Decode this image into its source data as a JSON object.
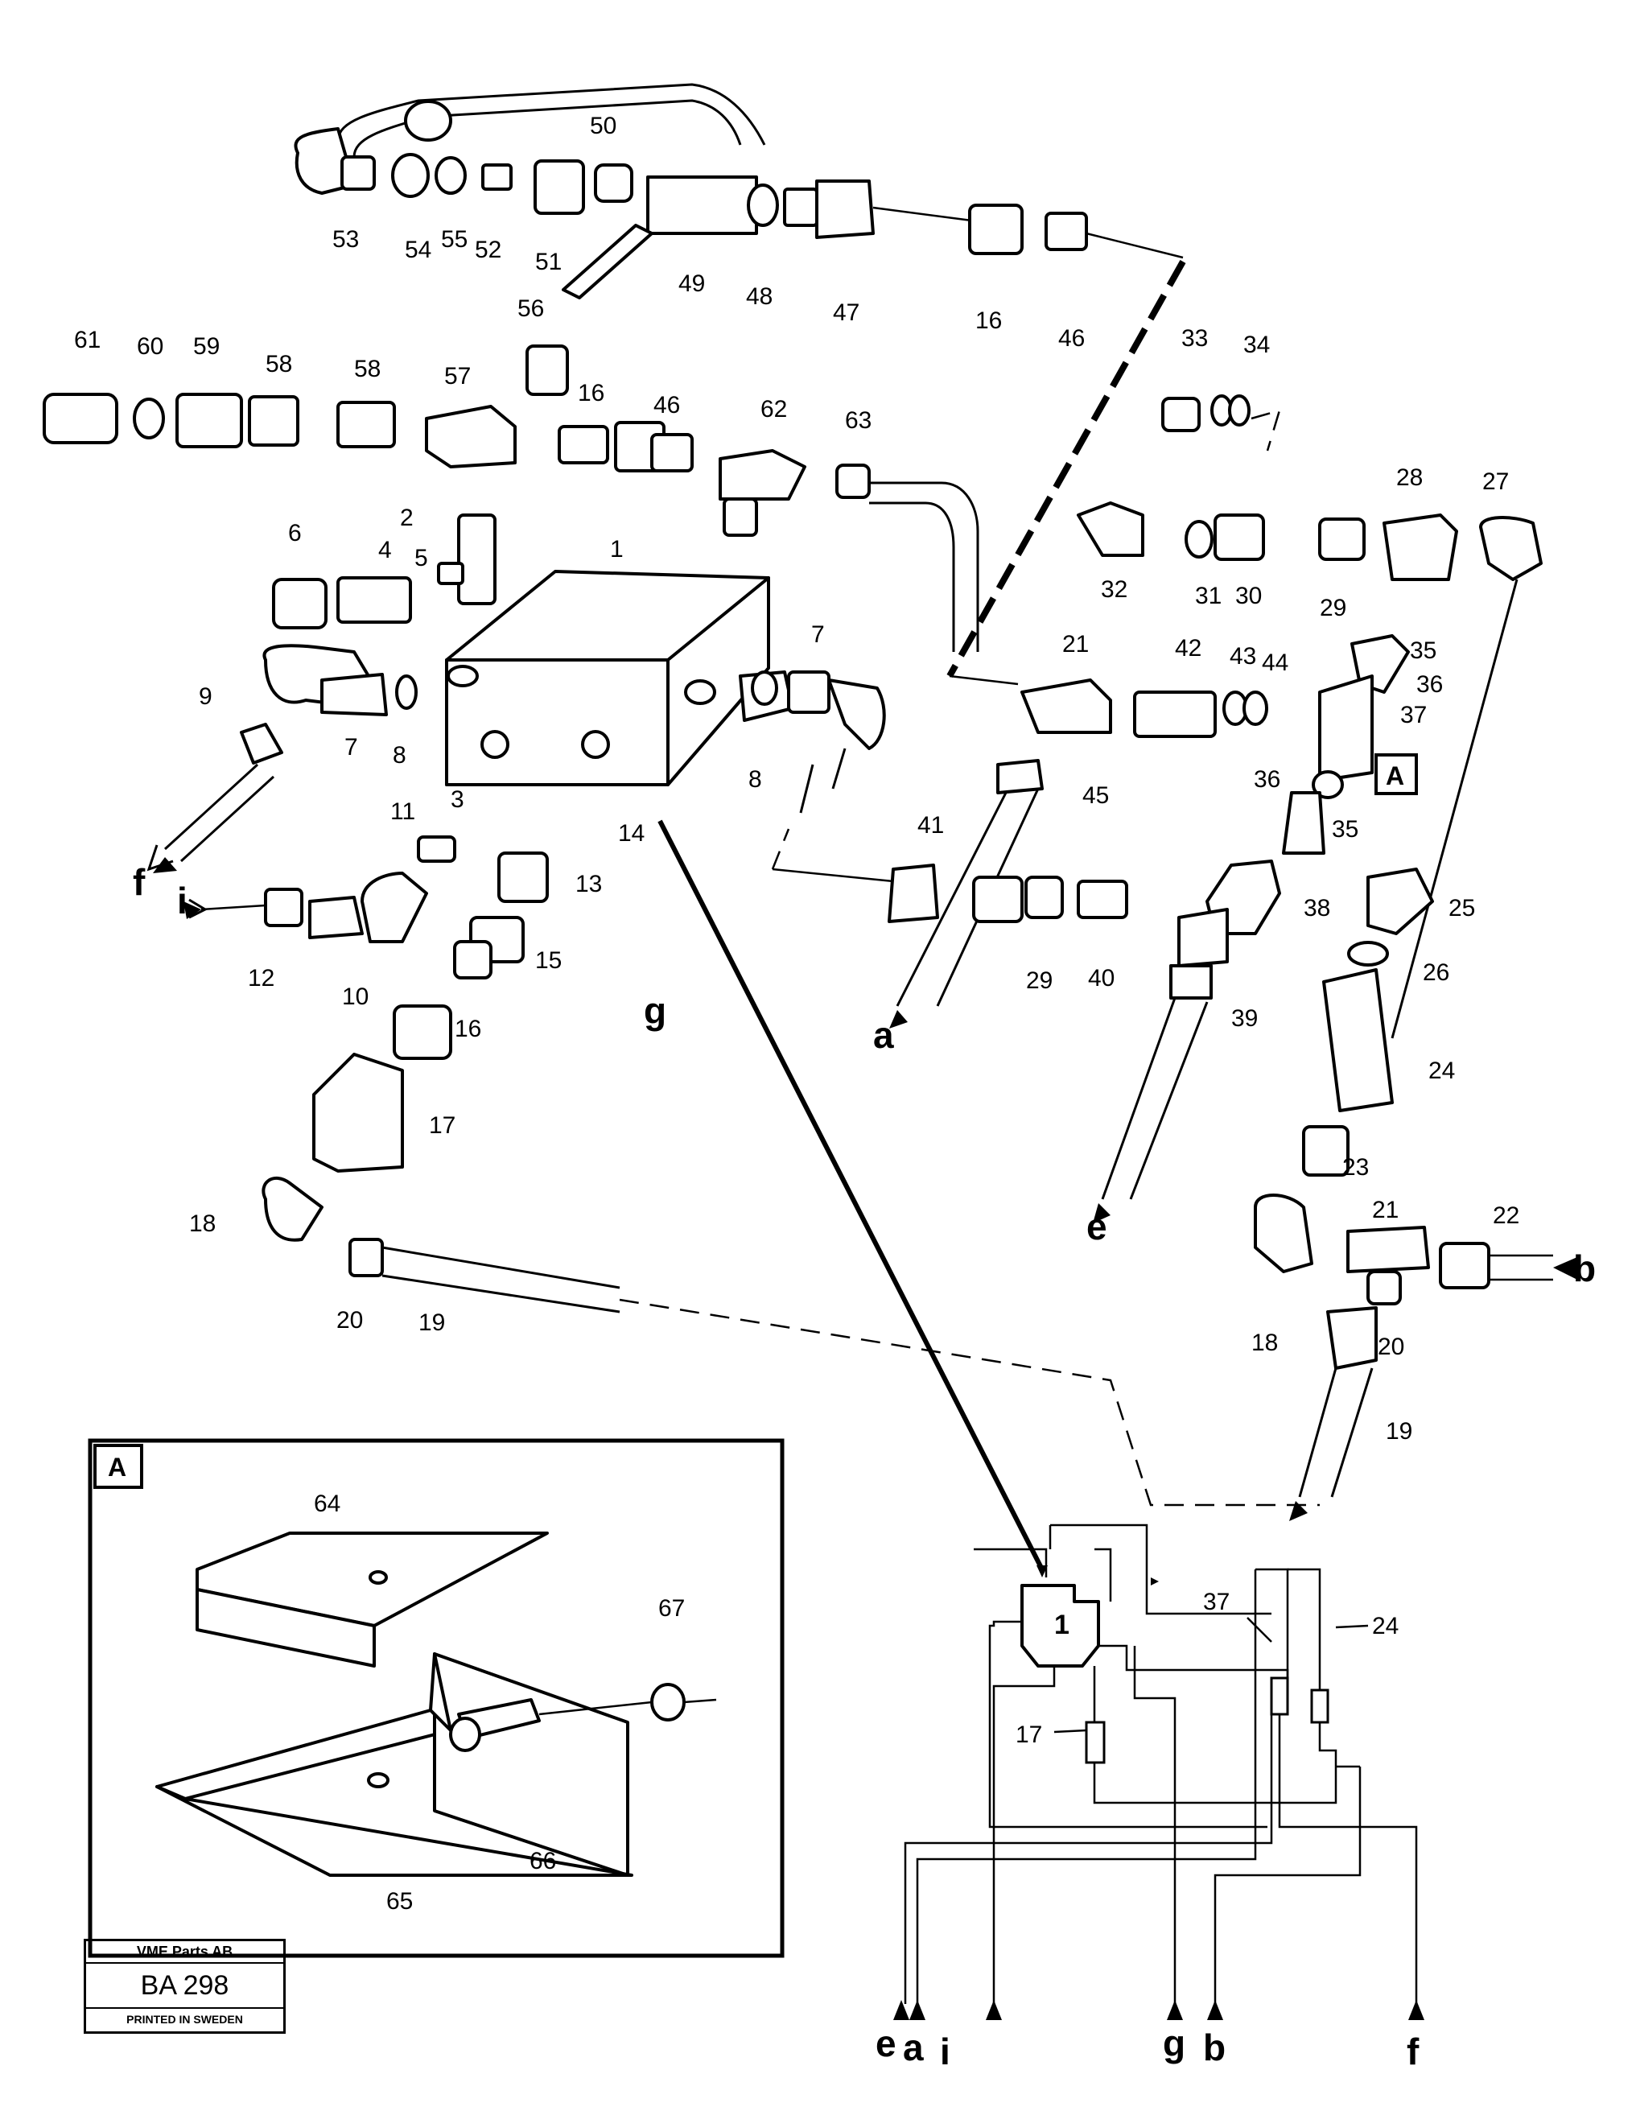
{
  "callouts": {
    "c1": "1",
    "c2": "2",
    "c3": "3",
    "c4": "4",
    "c5": "5",
    "c6": "6",
    "c7a": "7",
    "c7b": "7",
    "c8a": "8",
    "c8b": "8",
    "c9": "9",
    "c10": "10",
    "c11": "11",
    "c12": "12",
    "c13": "13",
    "c14": "14",
    "c15": "15",
    "c16a": "16",
    "c16b": "16",
    "c16c": "16",
    "c17": "17",
    "c18a": "18",
    "c18b": "18",
    "c19a": "19",
    "c19b": "19",
    "c20a": "20",
    "c20b": "20",
    "c21a": "21",
    "c21b": "21",
    "c22": "22",
    "c23": "23",
    "c24": "24",
    "c25": "25",
    "c26": "26",
    "c27": "27",
    "c28": "28",
    "c29a": "29",
    "c29b": "29",
    "c30": "30",
    "c31": "31",
    "c32": "32",
    "c33": "33",
    "c34": "34",
    "c35a": "35",
    "c35b": "35",
    "c36a": "36",
    "c36b": "36",
    "c37": "37",
    "c38": "38",
    "c39": "39",
    "c40": "40",
    "c41": "41",
    "c42": "42",
    "c43": "43",
    "c44": "44",
    "c45": "45",
    "c46a": "46",
    "c46b": "46",
    "c47": "47",
    "c48": "48",
    "c49": "49",
    "c50": "50",
    "c51": "51",
    "c52": "52",
    "c53": "53",
    "c54": "54",
    "c55": "55",
    "c56": "56",
    "c57": "57",
    "c58a": "58",
    "c58b": "58",
    "c59": "59",
    "c60": "60",
    "c61": "61",
    "c62": "62",
    "c63": "63",
    "c64": "64",
    "c65": "65",
    "c66": "66",
    "c67": "67"
  },
  "ports": {
    "a": "a",
    "b": "b",
    "e": "e",
    "f": "f",
    "g": "g",
    "i": "i"
  },
  "detail": {
    "ref_label": "A",
    "inset_label": "A"
  },
  "schematic": {
    "block": "1",
    "filter_17": "17",
    "filter_24": "24",
    "valve_37": "37",
    "port_e": "e",
    "port_a": "a",
    "port_i": "i",
    "port_g": "g",
    "port_b": "b",
    "port_f": "f"
  },
  "stamp": {
    "company": "VME Parts AB",
    "code": "BA 298",
    "printed": "PRINTED IN SWEDEN"
  }
}
